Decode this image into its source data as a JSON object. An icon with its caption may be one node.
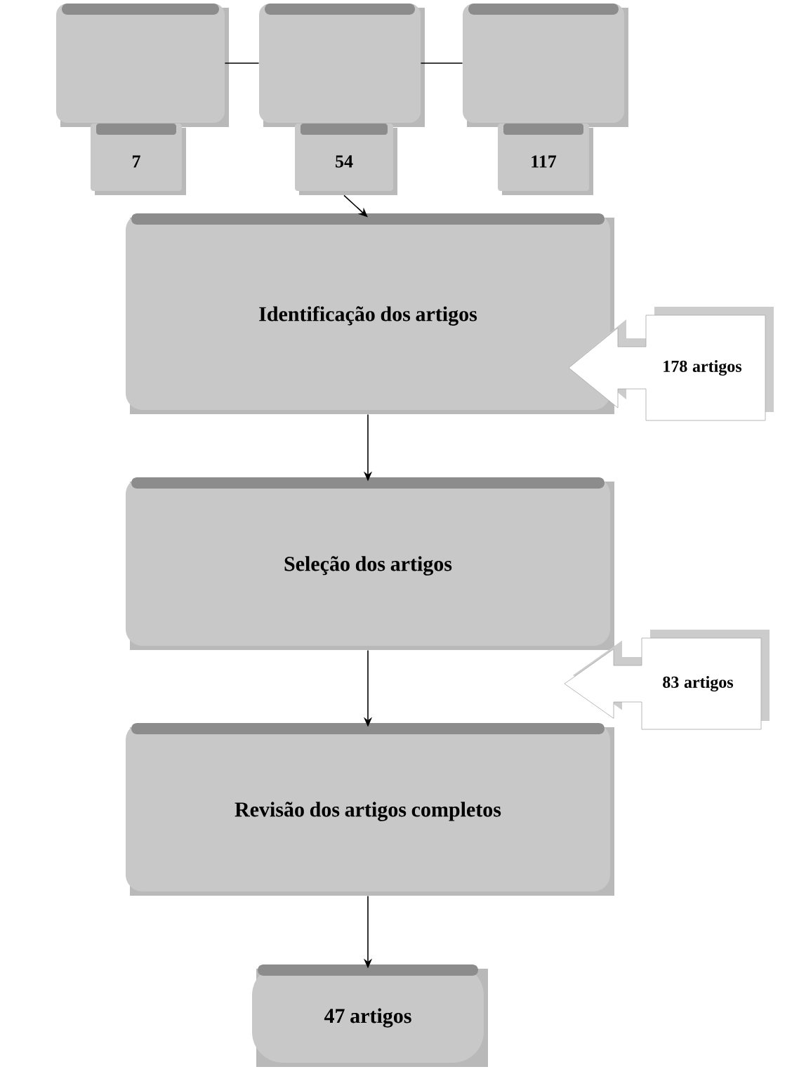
{
  "diagram": {
    "nodes": [
      {
        "text": [],
        "shape": "box"
      },
      {
        "text": [
          "7"
        ]
      },
      {
        "text": [],
        "shape": "box"
      },
      {
        "text": [
          "54"
        ]
      },
      {
        "text": [],
        "shape": "box"
      },
      {
        "text": [
          "117"
        ]
      },
      {
        "text": [
          "Identificação dos artigos"
        ]
      },
      {
        "text": [
          "178 artigos"
        ]
      },
      {
        "text": [
          "Seleção dos artigos"
        ]
      },
      {
        "text": [
          "83 artigos"
        ]
      },
      {
        "text": [
          "Revisão dos artigos completos"
        ]
      },
      {
        "text": [
          "47 artigos"
        ]
      }
    ],
    "edges": [
      {
        "from": 0,
        "to": 2,
        "arrow": "none"
      },
      {
        "from": 2,
        "to": 4,
        "arrow": "none"
      },
      {
        "from": 3,
        "to": 6,
        "arrow": "to"
      },
      {
        "from": 6,
        "to": 8,
        "arrow": "to"
      },
      {
        "from": 8,
        "to": 10,
        "arrow": "to"
      },
      {
        "from": 10,
        "to": 11,
        "arrow": "to"
      }
    ]
  }
}
